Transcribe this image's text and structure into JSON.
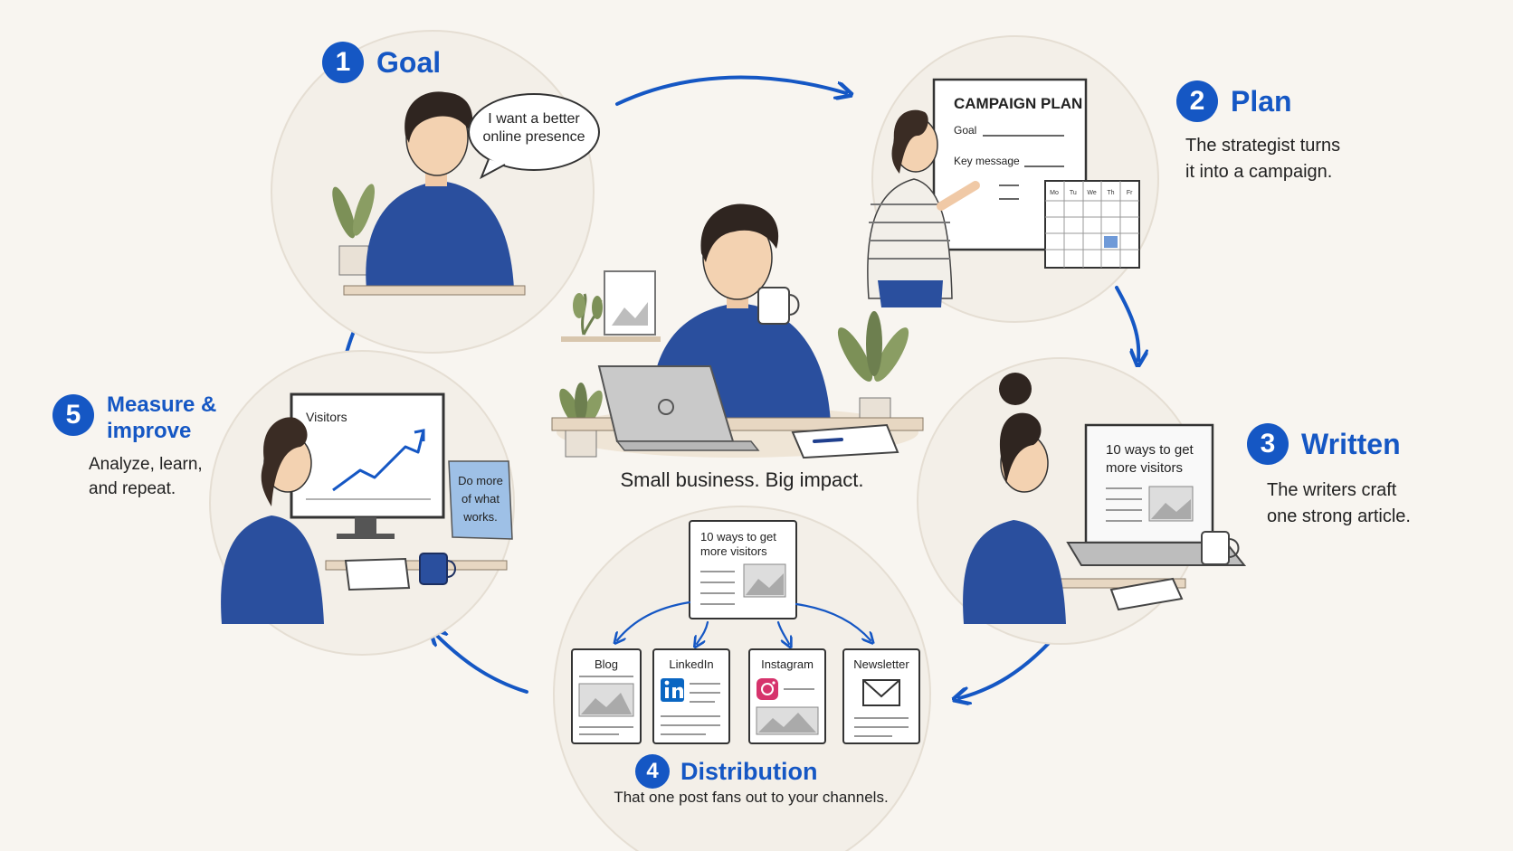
{
  "center": {
    "caption": "Small business. Big impact."
  },
  "steps": {
    "goal": {
      "number": "1",
      "title": "Goal",
      "speech": [
        "I want a better",
        "online presence"
      ]
    },
    "plan": {
      "number": "2",
      "title": "Plan",
      "desc": [
        "The strategist turns",
        "it into a campaign."
      ],
      "board": {
        "title": "CAMPAIGN PLAN",
        "field1": "Goal",
        "field2": "Key message"
      },
      "calendar_days": [
        "Mo",
        "Tu",
        "We",
        "Th",
        "Fr"
      ]
    },
    "written": {
      "number": "3",
      "title": "Written",
      "desc": [
        "The writers craft",
        "one strong article."
      ],
      "screen_title": [
        "10 ways to get",
        "more visitors"
      ]
    },
    "distribution": {
      "number": "4",
      "title": "Distribution",
      "desc": "That one post fans out to your channels.",
      "article_title": [
        "10 ways to get",
        "more visitors"
      ],
      "channels": [
        "Blog",
        "LinkedIn",
        "Instagram",
        "Newsletter"
      ]
    },
    "measure": {
      "number": "5",
      "title": [
        "Measure &",
        "improve"
      ],
      "desc": [
        "Analyze, learn,",
        "and repeat."
      ],
      "chart_label": "Visitors",
      "note": [
        "Do more",
        "of what",
        "works."
      ]
    }
  },
  "colors": {
    "accent": "#1557c4",
    "shirt": "#2a4f9e",
    "desk": "#e7d7c2",
    "circle": "#f3efe8"
  },
  "icons": [
    "arrow-icon",
    "speech-bubble-icon",
    "linkedin-icon",
    "instagram-icon",
    "envelope-icon",
    "image-placeholder-icon",
    "coffee-mug-icon",
    "plant-icon",
    "laptop-icon",
    "trend-chart-icon"
  ]
}
